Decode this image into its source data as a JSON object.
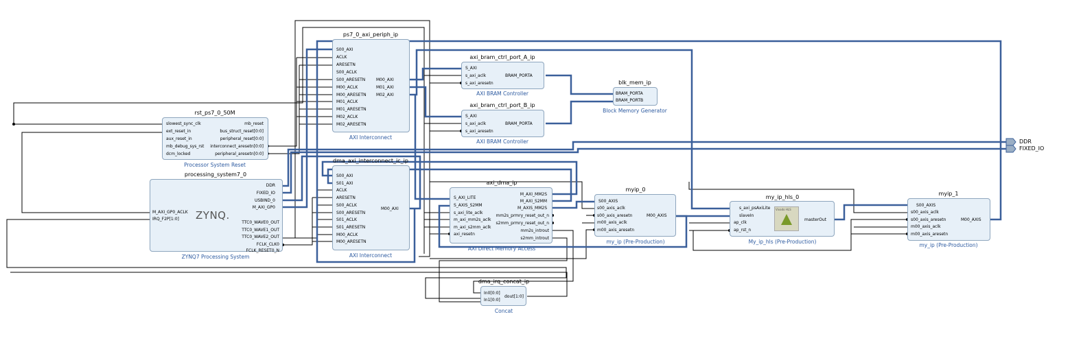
{
  "blocks": {
    "ps7_axi_periph": {
      "title": "ps7_0_axi_periph_ip",
      "subtitle": "AXI Interconnect",
      "left_pins": [
        "S00_AXI",
        "ACLK",
        "ARESETN",
        "S00_ACLK",
        "S00_ARESETN",
        "M00_ACLK",
        "M00_ARESETN",
        "M01_ACLK",
        "M01_ARESETN",
        "M02_ACLK",
        "M02_ARESETN"
      ],
      "right_pins": [
        "M00_AXI",
        "M01_AXI",
        "M02_AXI"
      ]
    },
    "bram_ctrl_a": {
      "title": "axi_bram_ctrl_port_A_ip",
      "subtitle": "AXI BRAM Controller",
      "left_pins": [
        "S_AXI",
        "s_axi_aclk",
        "s_axi_aresetn"
      ],
      "right_pins": [
        "BRAM_PORTA"
      ]
    },
    "bram_ctrl_b": {
      "title": "axi_bram_ctrl_port_B_ip",
      "subtitle": "AXI BRAM Controller",
      "left_pins": [
        "S_AXI",
        "s_axi_aclk",
        "s_axi_aresetn"
      ],
      "right_pins": [
        "BRAM_PORTA"
      ]
    },
    "blk_mem": {
      "title": "blk_mem_ip",
      "subtitle": "Block Memory Generator",
      "left_pins": [
        "BRAM_PORTA",
        "BRAM_PORTB"
      ]
    },
    "rst_ps7": {
      "title": "rst_ps7_0_50M",
      "subtitle": "Processor System Reset",
      "left_pins": [
        "slowest_sync_clk",
        "ext_reset_in",
        "aux_reset_in",
        "mb_debug_sys_rst",
        "dcm_locked"
      ],
      "right_pins": [
        "mb_reset",
        "bus_struct_reset[0:0]",
        "peripheral_reset[0:0]",
        "interconnect_aresetn[0:0]",
        "peripheral_aresetn[0:0]"
      ]
    },
    "ps7": {
      "title": "processing_system7_0",
      "subtitle": "ZYNQ7 Processing System",
      "logo": "ZYNQ.",
      "left_pins": [
        "M_AXI_GP0_ACLK",
        "IRQ_F2P[1:0]"
      ],
      "right_pins": [
        "DDR",
        "FIXED_IO",
        "USBIND_0",
        "M_AXI_GP0",
        "TTC0_WAVE0_OUT",
        "TTC0_WAVE1_OUT",
        "TTC0_WAVE2_OUT",
        "FCLK_CLK0",
        "FCLK_RESET0_N"
      ]
    },
    "dma_ic": {
      "title": "dma_axi_interconnect_ic_ip",
      "subtitle": "AXI Interconnect",
      "left_pins": [
        "S00_AXI",
        "S01_AXI",
        "ACLK",
        "ARESETN",
        "S00_ACLK",
        "S00_ARESETN",
        "S01_ACLK",
        "S01_ARESETN",
        "M00_ACLK",
        "M00_ARESETN"
      ],
      "right_pins": [
        "M00_AXI"
      ]
    },
    "axi_dma": {
      "title": "axi_dma_ip",
      "subtitle": "AXI Direct Memory Access",
      "left_pins": [
        "S_AXI_LITE",
        "S_AXIS_S2MM",
        "s_axi_lite_aclk",
        "m_axi_mm2s_aclk",
        "m_axi_s2mm_aclk",
        "axi_resetn"
      ],
      "right_pins": [
        "M_AXI_MM2S",
        "M_AXI_S2MM",
        "M_AXIS_MM2S",
        "mm2s_prmry_reset_out_n",
        "s2mm_prmry_reset_out_n",
        "mm2s_introut",
        "s2mm_introut"
      ]
    },
    "myip0": {
      "title": "myip_0",
      "subtitle": "my_ip (Pre-Production)",
      "left_pins": [
        "S00_AXIS",
        "s00_axis_aclk",
        "s00_axis_aresetn",
        "m00_axis_aclk",
        "m00_axis_aresetn"
      ],
      "right_pins": [
        "M00_AXIS"
      ]
    },
    "hls": {
      "title": "my_ip_hls_0",
      "subtitle": "My_ip_hls (Pre-Production)",
      "left_pins": [
        "s_axi_psAxiLite",
        "slaveIn",
        "ap_clk",
        "ap_rst_n"
      ],
      "right_pins": [
        "masterOut"
      ],
      "logo_text": "Vivado HLS"
    },
    "myip1": {
      "title": "myip_1",
      "subtitle": "my_ip (Pre-Production)",
      "left_pins": [
        "S00_AXIS",
        "s00_axis_aclk",
        "s00_axis_aresetn",
        "m00_axis_aclk",
        "m00_axis_aresetn"
      ],
      "right_pins": [
        "M00_AXIS"
      ]
    },
    "concat": {
      "title": "dma_irq_concat_ip",
      "subtitle": "Concat",
      "left_pins": [
        "In0[0:0]",
        "In1[0:0]"
      ],
      "right_pins": [
        "dout[1:0]"
      ]
    }
  },
  "external_ports": [
    "DDR",
    "FIXED_IO"
  ],
  "colors": {
    "block_fill": "#e7f0f8",
    "block_border": "#8da5bd",
    "bus_wire": "#3a5f9a",
    "net_wire": "#000000",
    "subtitle": "#2c5aa0"
  }
}
